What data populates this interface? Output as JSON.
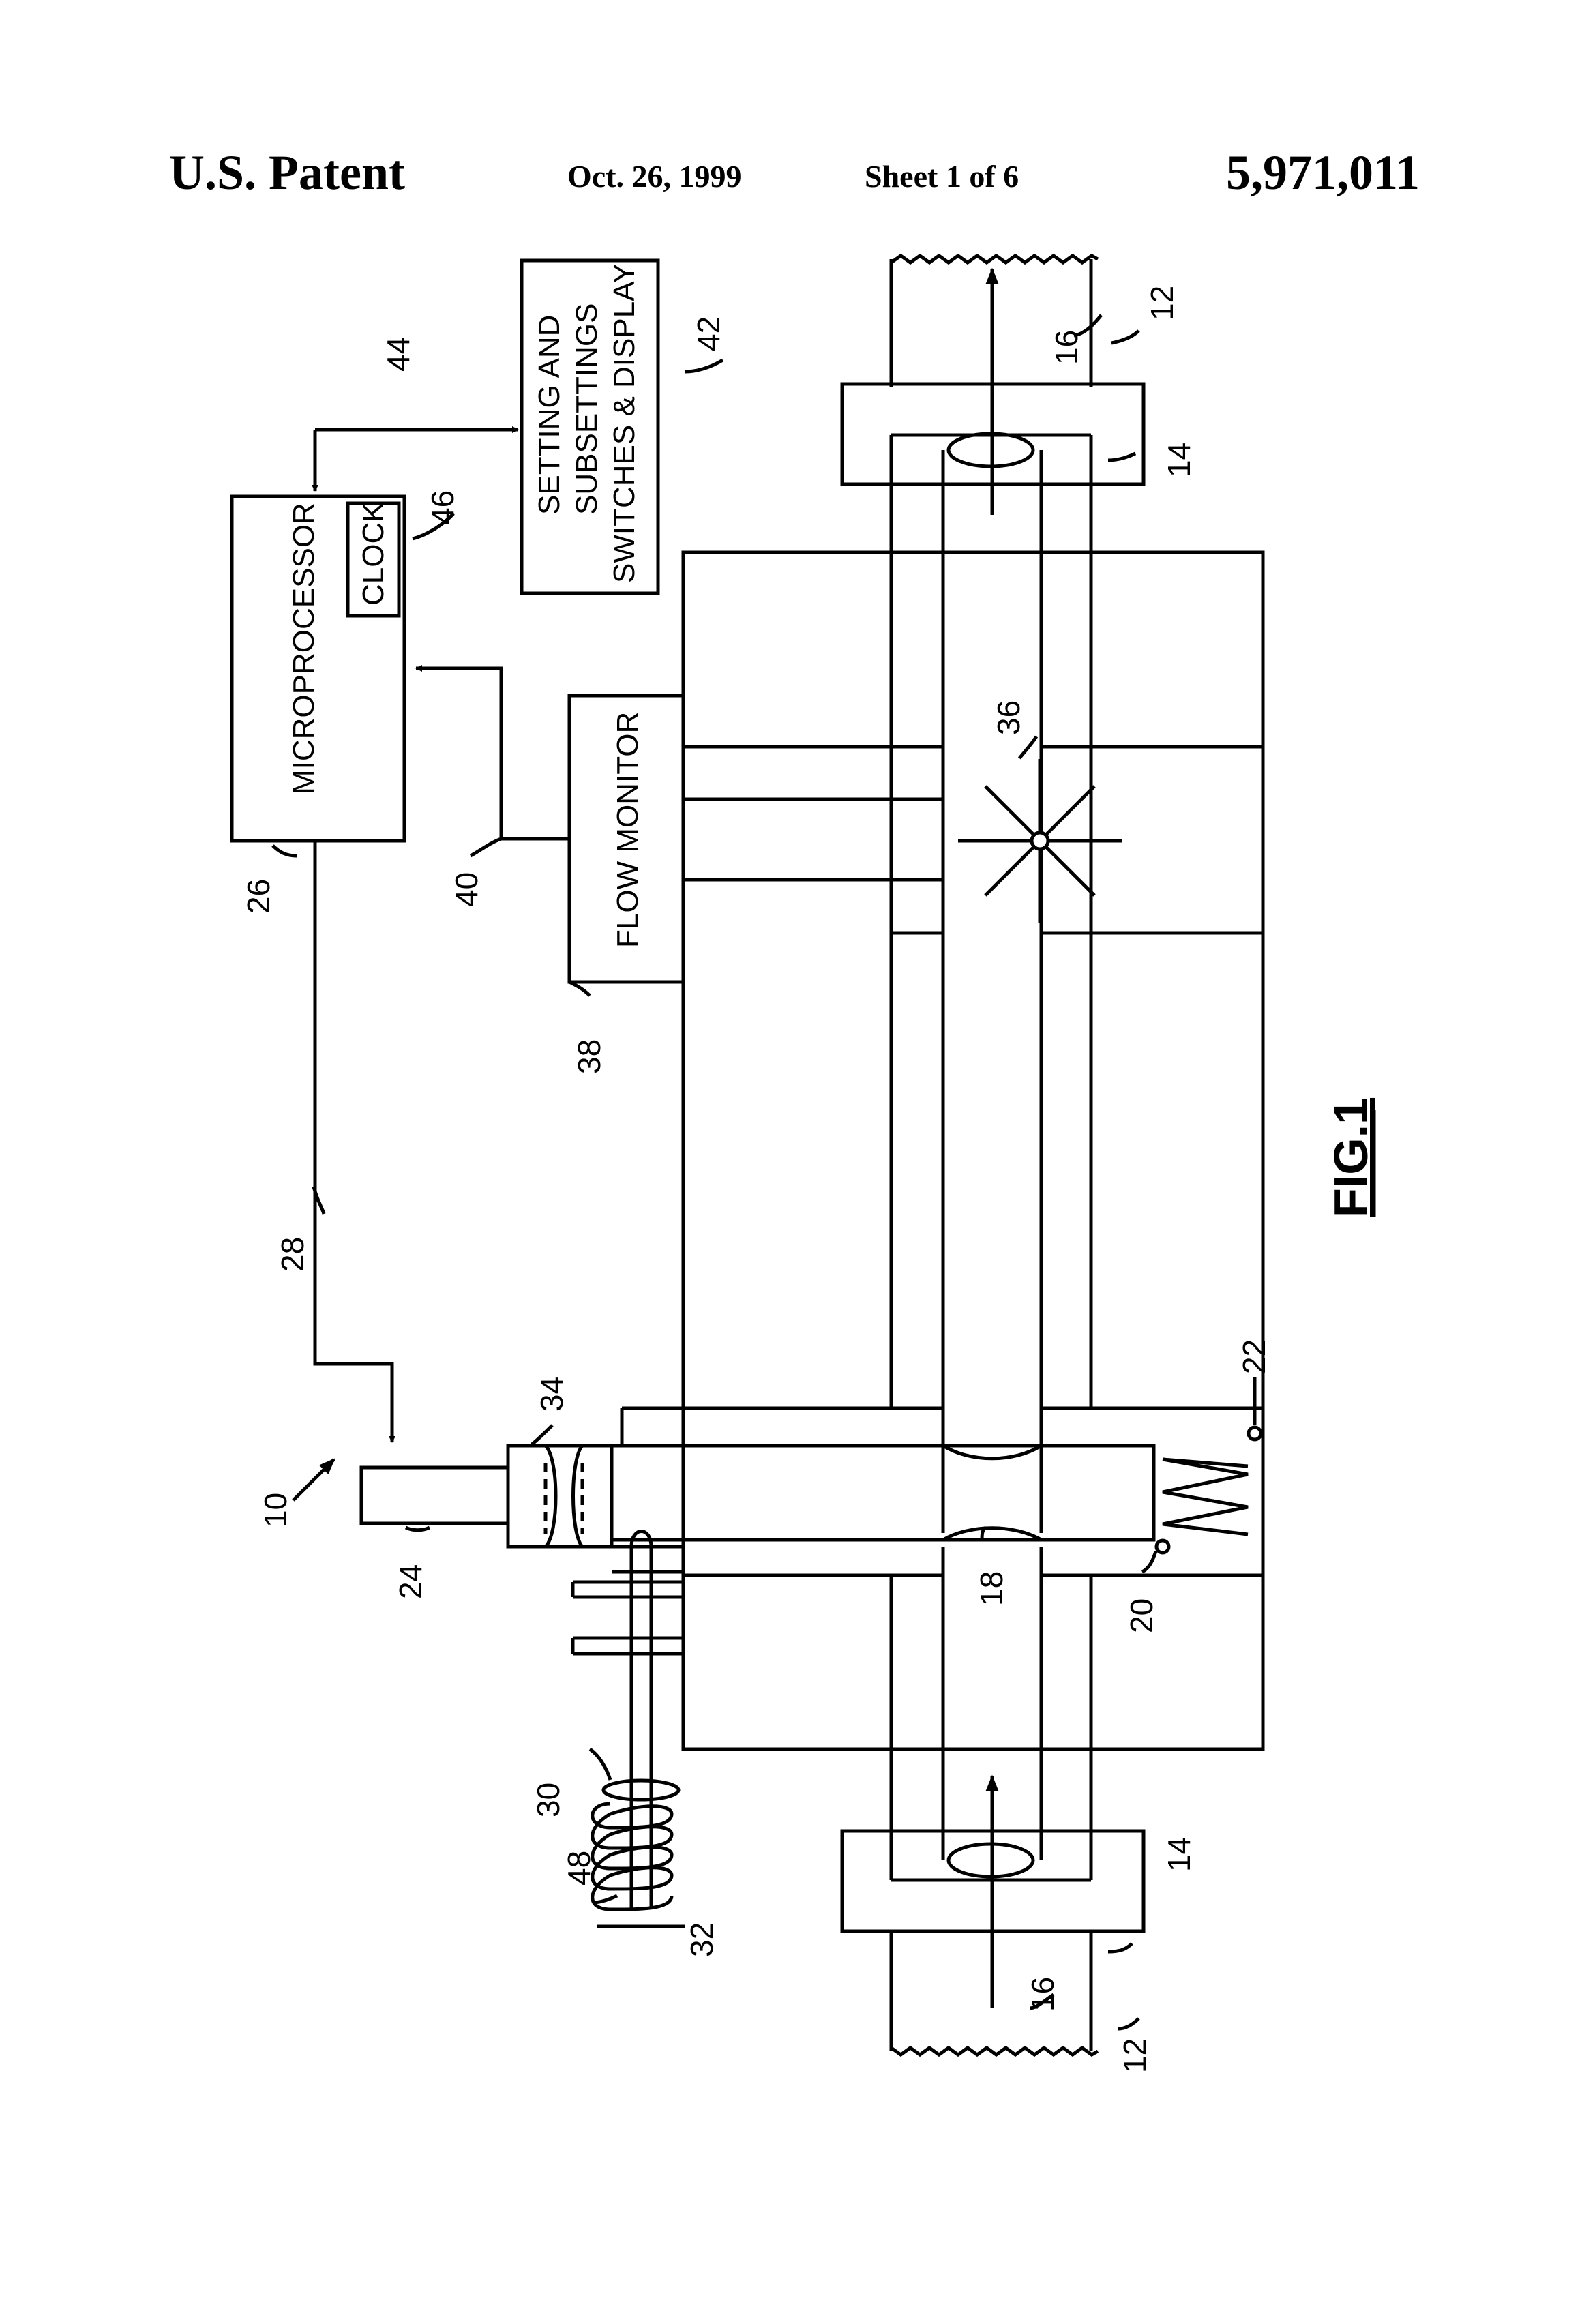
{
  "header": {
    "publication": "U.S. Patent",
    "date": "Oct. 26, 1999",
    "sheet": "Sheet 1 of 6",
    "patent_number": "5,971,011"
  },
  "figure": {
    "caption": "FIG.1",
    "blocks": {
      "microprocessor": "MICROPROCESSOR",
      "clock": "CLOCK",
      "flow_monitor": "FLOW MONITOR",
      "settings_line1": "SETTING AND",
      "settings_line2": "SUBSETTINGS",
      "settings_line3": "SWITCHES & DISPLAY"
    },
    "refs": {
      "r10": "10",
      "r12a": "12",
      "r12b": "12",
      "r14a": "14",
      "r14b": "14",
      "r16a": "16",
      "r16b": "16",
      "r18": "18",
      "r20": "20",
      "r22": "22",
      "r24": "24",
      "r26": "26",
      "r28": "28",
      "r30": "30",
      "r32": "32",
      "r34": "34",
      "r36": "36",
      "r38": "38",
      "r40": "40",
      "r42": "42",
      "r44": "44",
      "r46": "46",
      "r48": "48"
    }
  }
}
